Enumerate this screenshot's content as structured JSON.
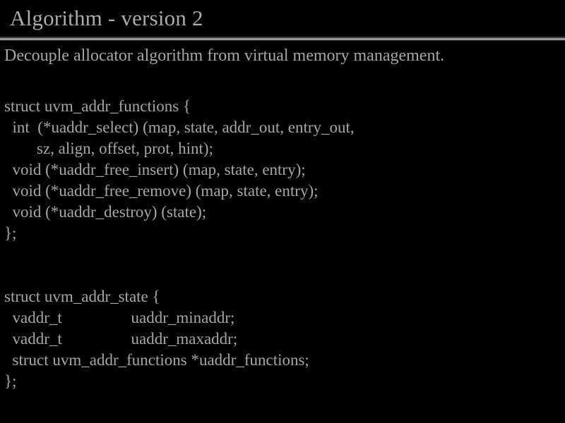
{
  "slide": {
    "title": "Algorithm - version 2",
    "subtitle": "Decouple allocator algorithm from virtual memory management.",
    "background_color": "#000000",
    "text_color": "#a6a6a6",
    "rule_color": "#9a9a9a",
    "code_lines": [
      "struct uvm_addr_functions {",
      "  int  (*uaddr_select) (map, state, addr_out, entry_out,",
      "        sz, align, offset, prot, hint);",
      "  void (*uaddr_free_insert) (map, state, entry);",
      "  void (*uaddr_free_remove) (map, state, entry);",
      "  void (*uaddr_destroy) (state);",
      "};",
      "",
      "",
      "struct uvm_addr_state {",
      "  vaddr_t                 uaddr_minaddr;",
      "  vaddr_t                 uaddr_maxaddr;",
      "  struct uvm_addr_functions *uaddr_functions;",
      "};"
    ]
  }
}
